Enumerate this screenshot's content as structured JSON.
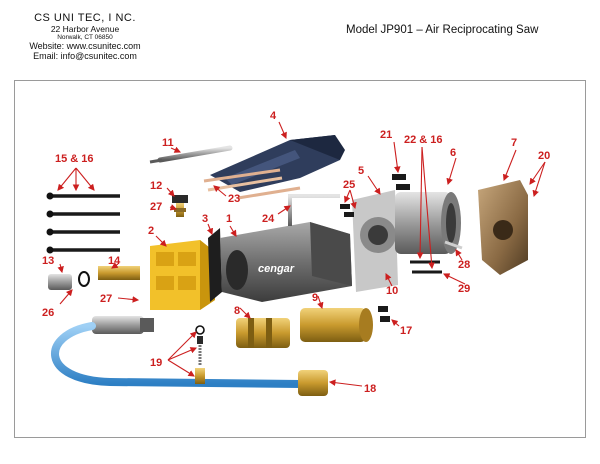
{
  "header": {
    "company": "CS UNI TEC, I NC.",
    "address1": "22 Harbor Avenue",
    "address2": "Norwalk, CT 06850",
    "website": "Website: www.csunitec.com",
    "email": "Email: info@csunitec.com",
    "model": "Model JP901 – Air Reciprocating Saw"
  },
  "diagram": {
    "brand": "cengar",
    "callouts": [
      "1",
      "2",
      "3",
      "4",
      "5",
      "6",
      "7",
      "8",
      "9",
      "10",
      "11",
      "12",
      "13",
      "14",
      "15 & 16",
      "17",
      "18",
      "19",
      "20",
      "21",
      "22 & 16",
      "23",
      "24",
      "25",
      "26",
      "27",
      "27",
      "28",
      "29"
    ]
  }
}
